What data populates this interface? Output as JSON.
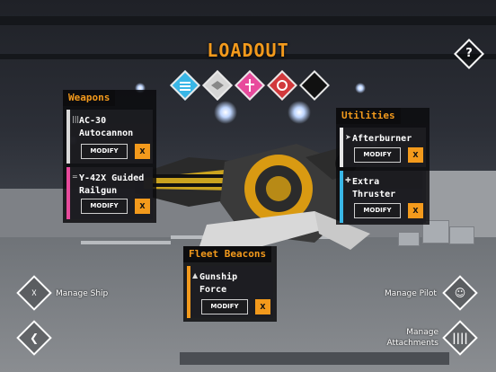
{
  "title": "LOADOUT",
  "help": {
    "label": "?"
  },
  "colors": {
    "accent": "#f39a1c",
    "weapon_primary": "#d9d9d9",
    "weapon_secondary": "#e84a9c",
    "utility": "#39b6e6",
    "beacon": "#f39a1c"
  },
  "loadout_icons": [
    {
      "icon": "frame-cyan-icon",
      "color": "#39b6e6"
    },
    {
      "icon": "engine-white-icon",
      "color": "#e6e6e6"
    },
    {
      "icon": "weapon-pink-icon",
      "color": "#e84a9c"
    },
    {
      "icon": "emblem-red-icon",
      "color": "#d2393c"
    },
    {
      "icon": "empty-slot-icon",
      "color": "#111111"
    }
  ],
  "weapons": {
    "header": "Weapons",
    "slots": [
      {
        "name_line1": "AC-30",
        "name_line2": "Autocannon",
        "icon": "primary-weapon-icon",
        "modify": "MODIFY",
        "remove": "X"
      },
      {
        "name_line1": "Y-42X Guided",
        "name_line2": "Railgun",
        "icon": "secondary-weapon-icon",
        "modify": "MODIFY",
        "remove": "X"
      }
    ]
  },
  "utilities": {
    "header": "Utilities",
    "slots": [
      {
        "name_line1": "Afterburner",
        "name_line2": "",
        "icon": "afterburner-icon",
        "modify": "MODIFY",
        "remove": "X"
      },
      {
        "name_line1": "Extra",
        "name_line2": "Thruster",
        "icon": "thruster-icon",
        "modify": "MODIFY",
        "remove": "X"
      }
    ]
  },
  "fleet_beacons": {
    "header": "Fleet Beacons",
    "slots": [
      {
        "name_line1": "Gunship",
        "name_line2": "Force",
        "icon": "beacon-icon",
        "modify": "MODIFY",
        "remove": "X"
      }
    ]
  },
  "nav": {
    "manage_ship": "Manage Ship",
    "manage_pilot": "Manage Pilot",
    "manage_attachments_line1": "Manage",
    "manage_attachments_line2": "Attachments"
  }
}
